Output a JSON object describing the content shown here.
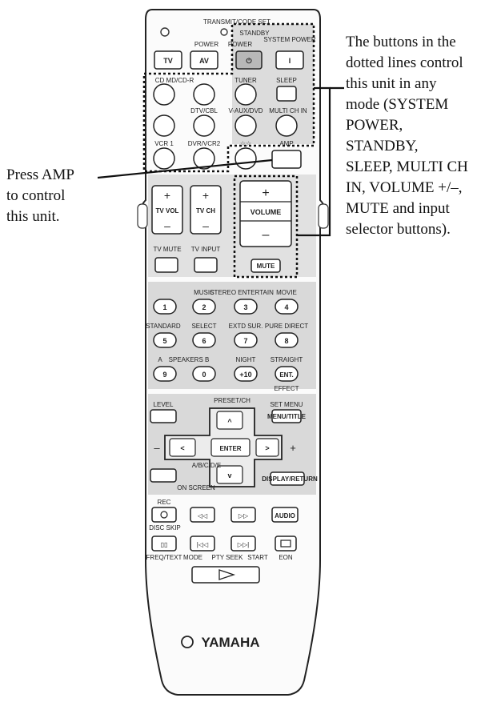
{
  "annotations": {
    "right_lines": [
      "The buttons in the",
      "dotted lines control",
      "this unit in any",
      "mode (SYSTEM",
      "POWER,",
      "STANDBY,",
      "SLEEP, MULTI CH",
      "IN, VOLUME +/–,",
      "MUTE and input",
      "selector buttons)."
    ],
    "left_lines": [
      "Press AMP",
      "to control",
      "this unit."
    ]
  },
  "remote": {
    "transmit_label": "TRANSMIT/CODE SET",
    "power_label": "POWER",
    "power_av_label": "POWER",
    "standby_label": "STANDBY",
    "system_power_label": "SYSTEM POWER",
    "tv_btn": "TV",
    "av_btn": "AV",
    "standby_glyph": "⏻",
    "system_power_glyph": "I",
    "cd_md_label": "CD MD/CD-R",
    "tuner_label": "TUNER",
    "sleep_label": "SLEEP",
    "dtv_label": "DTV/CBL",
    "vaux_label": "V-AUX/DVD",
    "multich_label": "MULTI CH IN",
    "vcr_label": "VCR 1",
    "dvr_label": "DVR/VCR2",
    "stars_label": "☆☆",
    "amp_label": "AMP",
    "tvvol_label": "TV VOL",
    "tvch_label": "TV CH",
    "volume_label": "VOLUME",
    "plus": "+",
    "minus": "–",
    "tvmute_label": "TV MUTE",
    "tvinput_label": "TV INPUT",
    "mute_label": "MUTE",
    "num_top_labels": [
      "",
      "MUSIC",
      "STEREO ENTERTAIN",
      "MOVIE"
    ],
    "num_row1": [
      "1",
      "2",
      "3",
      "4"
    ],
    "num_mid_labels": [
      "STANDARD",
      "SELECT",
      "EXTD SUR.",
      "PURE DIRECT"
    ],
    "num_row2": [
      "5",
      "6",
      "7",
      "8"
    ],
    "num_bot_labels": [
      "A",
      "SPEAKERS B",
      "NIGHT",
      "STRAIGHT"
    ],
    "num_row3": [
      "9",
      "0",
      "+10",
      "ENT."
    ],
    "effect_label": "EFFECT",
    "level_label": "LEVEL",
    "preset_label": "PRESET/CH",
    "set_menu_label": "SET MENU",
    "menu_title_label": "MENU/TITLE",
    "enter_label": "ENTER",
    "abc_label": "A/B/C/D/E",
    "on_screen_label": "ON SCREEN",
    "display_label": "DISPLAY/RETURN",
    "rec_label": "REC",
    "disc_skip_label": "DISC SKIP",
    "audio_label": "AUDIO",
    "freq_label": "FREQ/TEXT",
    "mode_label": "MODE",
    "pty_label": "PTY SEEK",
    "start_label": "START",
    "eon_label": "EON",
    "brand": "YAMAHA"
  }
}
